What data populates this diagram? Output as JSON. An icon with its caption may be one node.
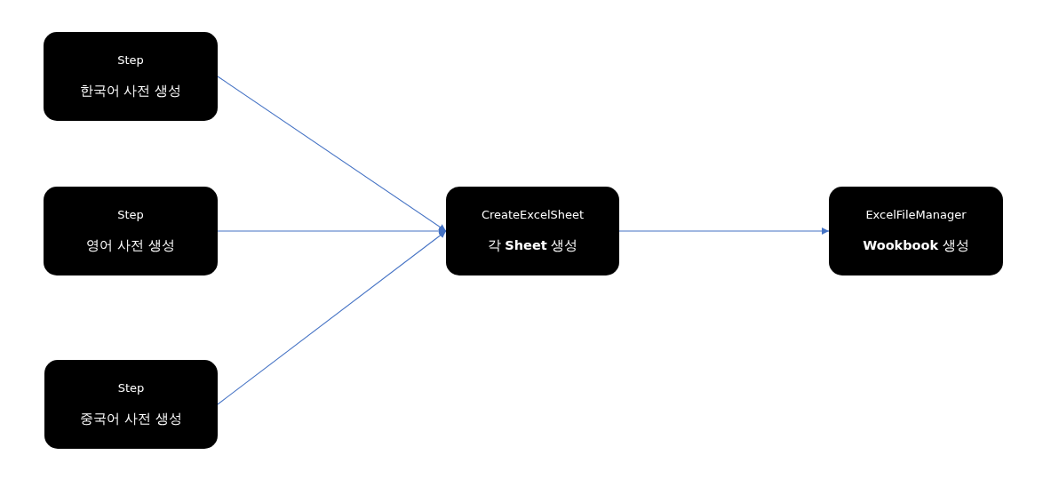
{
  "diagram": {
    "nodes": [
      {
        "text": [
          "Step",
          "한국어 사전 생성"
        ]
      },
      {
        "text": [
          "Step",
          "영어 사전 생성"
        ]
      },
      {
        "text": [
          "Step",
          "중국어 사전 생성"
        ]
      },
      {
        "text": [
          "CreateExcelSheet",
          "각 **Sheet** 생성"
        ]
      },
      {
        "text": [
          "ExcelFileManager",
          "**Wookbook** 생성"
        ]
      }
    ],
    "edges": [
      {
        "from": 0,
        "to": 3,
        "arrow": "to"
      },
      {
        "from": 1,
        "to": 3,
        "arrow": "to"
      },
      {
        "from": 2,
        "to": 3,
        "arrow": "to"
      },
      {
        "from": 3,
        "to": 4,
        "arrow": "to"
      }
    ]
  }
}
